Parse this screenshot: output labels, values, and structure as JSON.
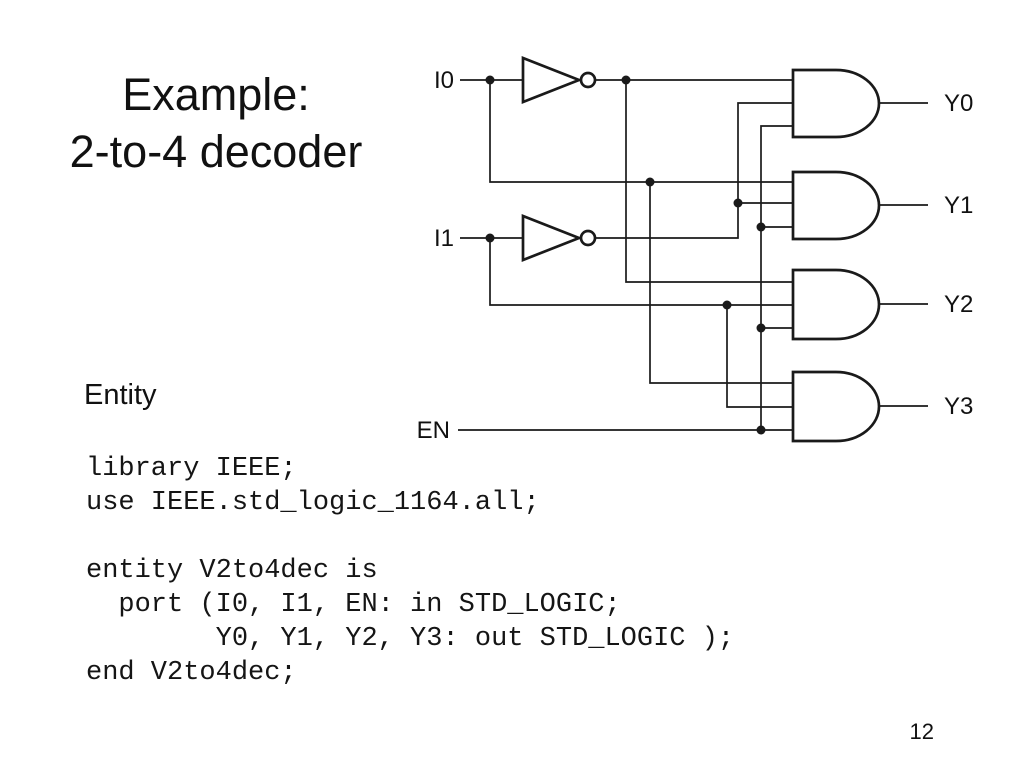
{
  "slide": {
    "title": [
      "Example:",
      "2-to-4 decoder"
    ],
    "section_label": "Entity",
    "page_number": "12"
  },
  "circuit": {
    "input_labels": [
      "I0",
      "I1",
      "EN"
    ],
    "output_labels": [
      "Y0",
      "Y1",
      "Y2",
      "Y3"
    ]
  },
  "code": {
    "lines": [
      "library IEEE;",
      "use IEEE.std_logic_1164.all;",
      "",
      "entity V2to4dec is",
      "  port (I0, I1, EN: in STD_LOGIC;",
      "        Y0, Y1, Y2, Y3: out STD_LOGIC );",
      "end V2to4dec;"
    ]
  },
  "colors": {
    "background": "#ffffff",
    "ink": "#1a1a1a"
  }
}
